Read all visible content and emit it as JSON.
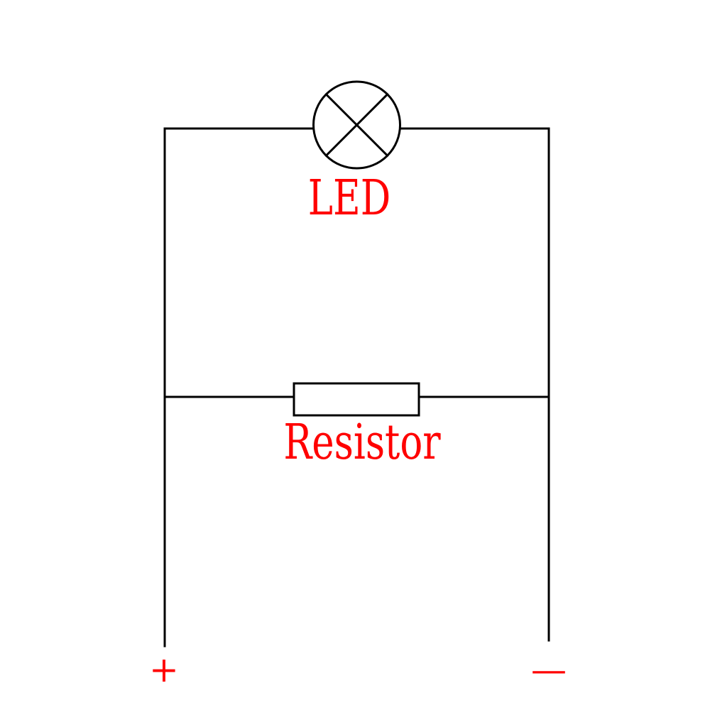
{
  "diagram": {
    "type": "circuit",
    "components": [
      {
        "id": "led",
        "symbol": "lamp-cross-circle-icon",
        "label": "LED"
      },
      {
        "id": "resistor",
        "symbol": "resistor-rectangle-icon",
        "label": "Resistor"
      }
    ],
    "terminals": {
      "positive": "+",
      "negative": "—"
    },
    "colors": {
      "wire": "#000000",
      "label": "#ff0000",
      "background": "#ffffff"
    }
  }
}
